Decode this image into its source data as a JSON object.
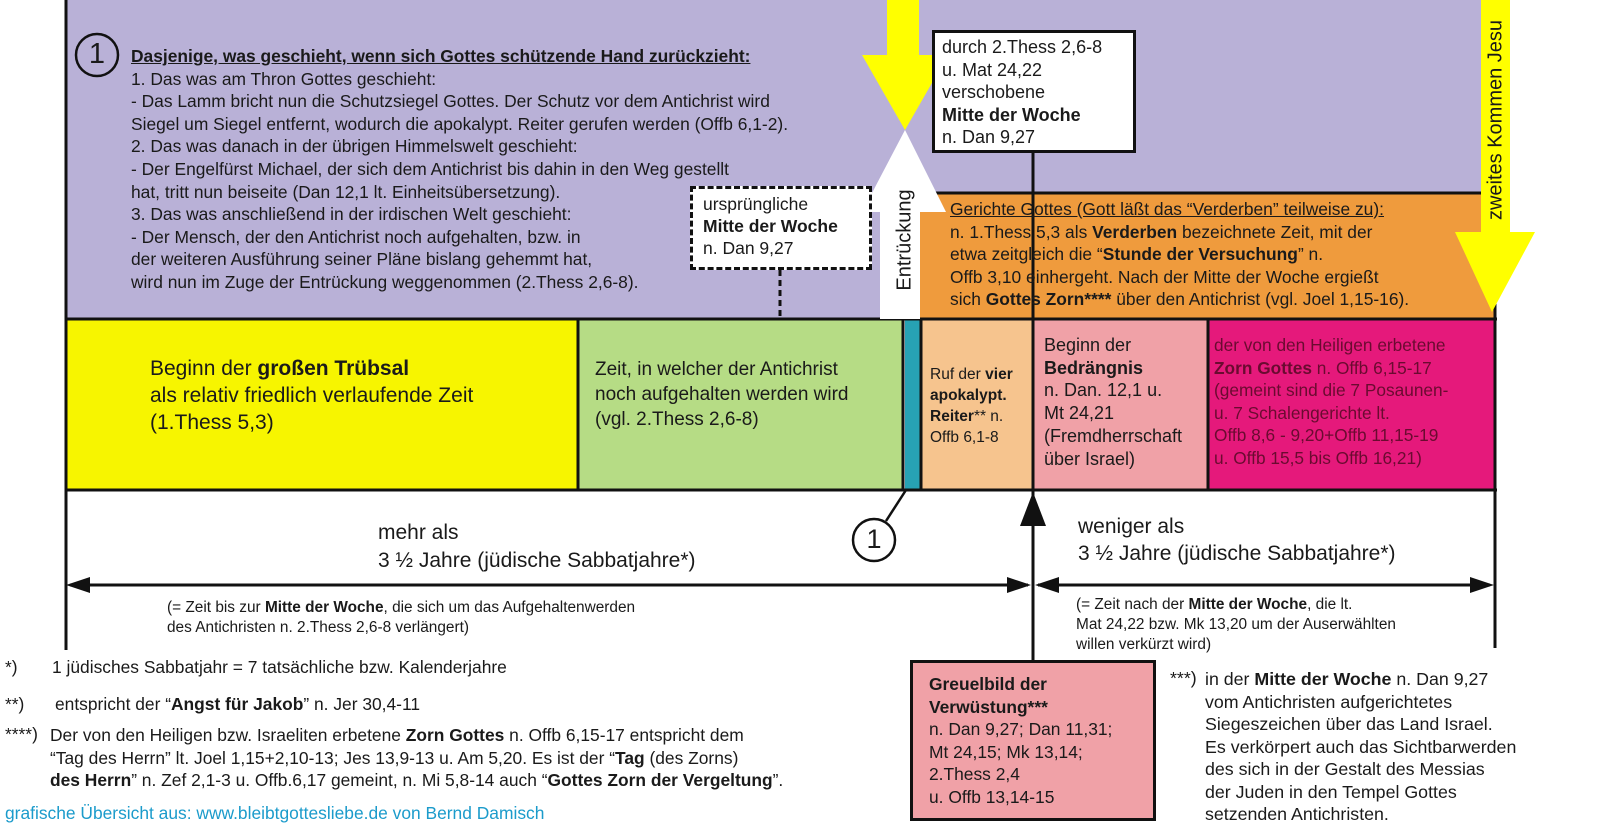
{
  "colors": {
    "purple": "#b9b1d7",
    "orange": "#ef9b3d",
    "yellow": "#f7f500",
    "arrow_yellow": "#ffff00",
    "green": "#b6dc85",
    "teal": "#27a2b4",
    "peach": "#f6c48e",
    "pink": "#f0a1a7",
    "magenta": "#e5197b",
    "link": "#1b9bcb"
  },
  "circle_marker": "1",
  "purple_section": {
    "lines": [
      [
        {
          "b": "Dasjenige, was geschieht, wenn sich Gottes schützende Hand zurückzieht:"
        }
      ],
      [
        "1. Das was am Thron Gottes geschieht:"
      ],
      [
        "- Das Lamm bricht nun die Schutzsiegel Gottes. Der Schutz vor dem Antichrist wird"
      ],
      [
        "Siegel um Siegel entfernt, wodurch die apokalypt. Reiter gerufen werden (Offb 6,1-2)."
      ],
      [
        "2. Das was danach in der übrigen Himmelswelt geschieht:"
      ],
      [
        "- Der Engelfürst Michael, der sich dem Antichrist bis dahin in den Weg gestellt"
      ],
      [
        "hat, tritt nun beiseite (Dan 12,1 lt. Einheitsübersetzung)."
      ],
      [
        "3. Das was anschließend in der irdischen Welt geschieht:"
      ],
      [
        "- Der Mensch, der den Antichrist noch aufgehalten, bzw. in"
      ],
      [
        "der weiteren Ausführung seiner Pläne bislang gehemmt hat,"
      ],
      [
        "wird nun im Zuge der Entrückung weggenommen (2.Thess 2,6-8)."
      ]
    ]
  },
  "original_midweek_box": {
    "lines": [
      [
        "ursprüngliche"
      ],
      [
        {
          "b": "Mitte der Woche"
        }
      ],
      [
        "n. Dan 9,27"
      ]
    ]
  },
  "shifted_midweek_box": {
    "lines": [
      [
        "durch  2.Thess 2,6-8"
      ],
      [
        "u. Mat 24,22"
      ],
      [
        "verschobene"
      ],
      [
        {
          "b": "Mitte der Woche"
        }
      ],
      [
        "n. Dan 9,27"
      ]
    ]
  },
  "rapture_label": "Entrückung",
  "second_coming_label": "zweites Kommen Jesu",
  "orange_section": {
    "lines": [
      [
        "Gerichte Gottes (Gott läßt das “Verderben” teilweise zu):"
      ],
      [
        "n. 1.Thess 5,3 als ",
        {
          "b": "Verderben"
        },
        " bezeichnete Zeit, mit der"
      ],
      [
        "etwa zeitgleich die “",
        {
          "b": "Stunde der Versuchung"
        },
        "” n."
      ],
      [
        "Offb 3,10 einhergeht. Nach der Mitte der Woche ergießt"
      ],
      [
        "sich ",
        {
          "b": "Gottes Zorn****"
        },
        " über den Antichrist (vgl. Joel 1,15-16)."
      ]
    ]
  },
  "periods": {
    "yellow": {
      "lines": [
        [
          "Beginn der ",
          {
            "b": "großen Trübsal"
          }
        ],
        [
          "als relativ friedlich verlaufende Zeit"
        ],
        [
          "(1.Thess 5,3)"
        ]
      ]
    },
    "green": {
      "lines": [
        [
          "Zeit, in welcher der Antichrist"
        ],
        [
          "noch aufgehalten werden wird"
        ],
        [
          "(vgl. 2.Thess 2,6-8)"
        ]
      ]
    },
    "peach": {
      "lines": [
        [
          "Ruf der ",
          {
            "b": "vier"
          }
        ],
        [
          {
            "b": "apokalypt."
          }
        ],
        [
          {
            "b": "Reiter"
          },
          "** n."
        ],
        [
          "Offb 6,1-8"
        ]
      ]
    },
    "pink": {
      "lines": [
        [
          "Beginn der"
        ],
        [
          {
            "b": "Bedrängnis"
          }
        ],
        [
          "n. Dan. 12,1 u."
        ],
        [
          "Mt 24,21"
        ],
        [
          "(Fremdherrschaft"
        ],
        [
          "über Israel)"
        ]
      ]
    },
    "magenta": {
      "lines": [
        [
          "der von den Heiligen erbetene"
        ],
        [
          {
            "b": "Zorn Gottes"
          },
          " n. Offb 6,15-17"
        ],
        [
          "(gemeint sind die 7 Posaunen-"
        ],
        [
          "u. 7 Schalengerichte lt."
        ],
        [
          "Offb 8,6 - 9,20+Offb 11,15-19"
        ],
        [
          "u. Offb 15,5 bis Offb 16,21)"
        ]
      ]
    }
  },
  "timeline": {
    "left": {
      "line1": "mehr als",
      "line2": "3 ½ Jahre (jüdische Sabbatjahre*)",
      "note": [
        [
          "(= Zeit bis zur ",
          {
            "b": "Mitte der Woche"
          },
          ", die sich um das Aufgehaltenwerden"
        ],
        [
          "des Antichristen n. 2.Thess 2,6-8 verlängert)"
        ]
      ]
    },
    "right": {
      "line1": "weniger als",
      "line2": "3 ½ Jahre (jüdische Sabbatjahre*)",
      "note": [
        [
          "(= Zeit nach der ",
          {
            "b": "Mitte der Woche"
          },
          ", die lt."
        ],
        [
          "Mat 24,22 bzw. Mk 13,20 um der Auserwählten"
        ],
        [
          "willen verkürzt wird)"
        ]
      ]
    }
  },
  "abomination_box": {
    "lines": [
      [
        {
          "b": "Greuelbild der"
        }
      ],
      [
        {
          "b": "Verwüstung***"
        }
      ],
      [
        "n. Dan 9,27; Dan 11,31;"
      ],
      [
        "Mt 24,15; Mk 13,14;"
      ],
      [
        "2.Thess 2,4"
      ],
      [
        "u. Offb 13,14-15"
      ]
    ]
  },
  "footnotes": {
    "f1": {
      "mark": "*)",
      "lines": [
        [
          "1 jüdisches Sabbatjahr = 7 tatsächliche bzw. Kalenderjahre"
        ]
      ]
    },
    "f2": {
      "mark": "**)",
      "lines": [
        [
          "entspricht der “",
          {
            "b": "Angst für Jakob"
          },
          "” n. Jer 30,4-11"
        ]
      ]
    },
    "f4": {
      "mark": "****)",
      "lines": [
        [
          "Der von den Heiligen bzw. Israeliten erbetene ",
          {
            "b": "Zorn Gottes"
          },
          " n. Offb 6,15-17 entspricht dem"
        ],
        [
          "“Tag des Herrn” lt. Joel 1,15+2,10-13; Jes 13,9-13 u. Am 5,20. Es ist der “",
          {
            "b": "Tag"
          },
          " (des Zorns)"
        ],
        [
          {
            "b": "des Herrn"
          },
          "” n. Zef 2,1-3 u. Offb.6,17 gemeint, n. Mi 5,8-14 auch “",
          {
            "b": "Gottes Zorn der Vergeltung"
          },
          "”."
        ]
      ]
    },
    "f3": {
      "mark": "***)",
      "lines": [
        [
          " in der ",
          {
            "b": "Mitte der Woche"
          },
          " n. Dan 9,27"
        ],
        [
          "vom Antichristen aufgerichtetes"
        ],
        [
          "Siegeszeichen über das Land Israel."
        ],
        [
          "Es verkörpert auch das Sichtbarwerden"
        ],
        [
          "des sich in der Gestalt des Messias"
        ],
        [
          "der Juden in den Tempel Gottes"
        ],
        [
          "setzenden Antichristen."
        ]
      ]
    }
  },
  "credit": "grafische Übersicht aus: www.bleibtgottesliebe.de von Bernd Damisch"
}
